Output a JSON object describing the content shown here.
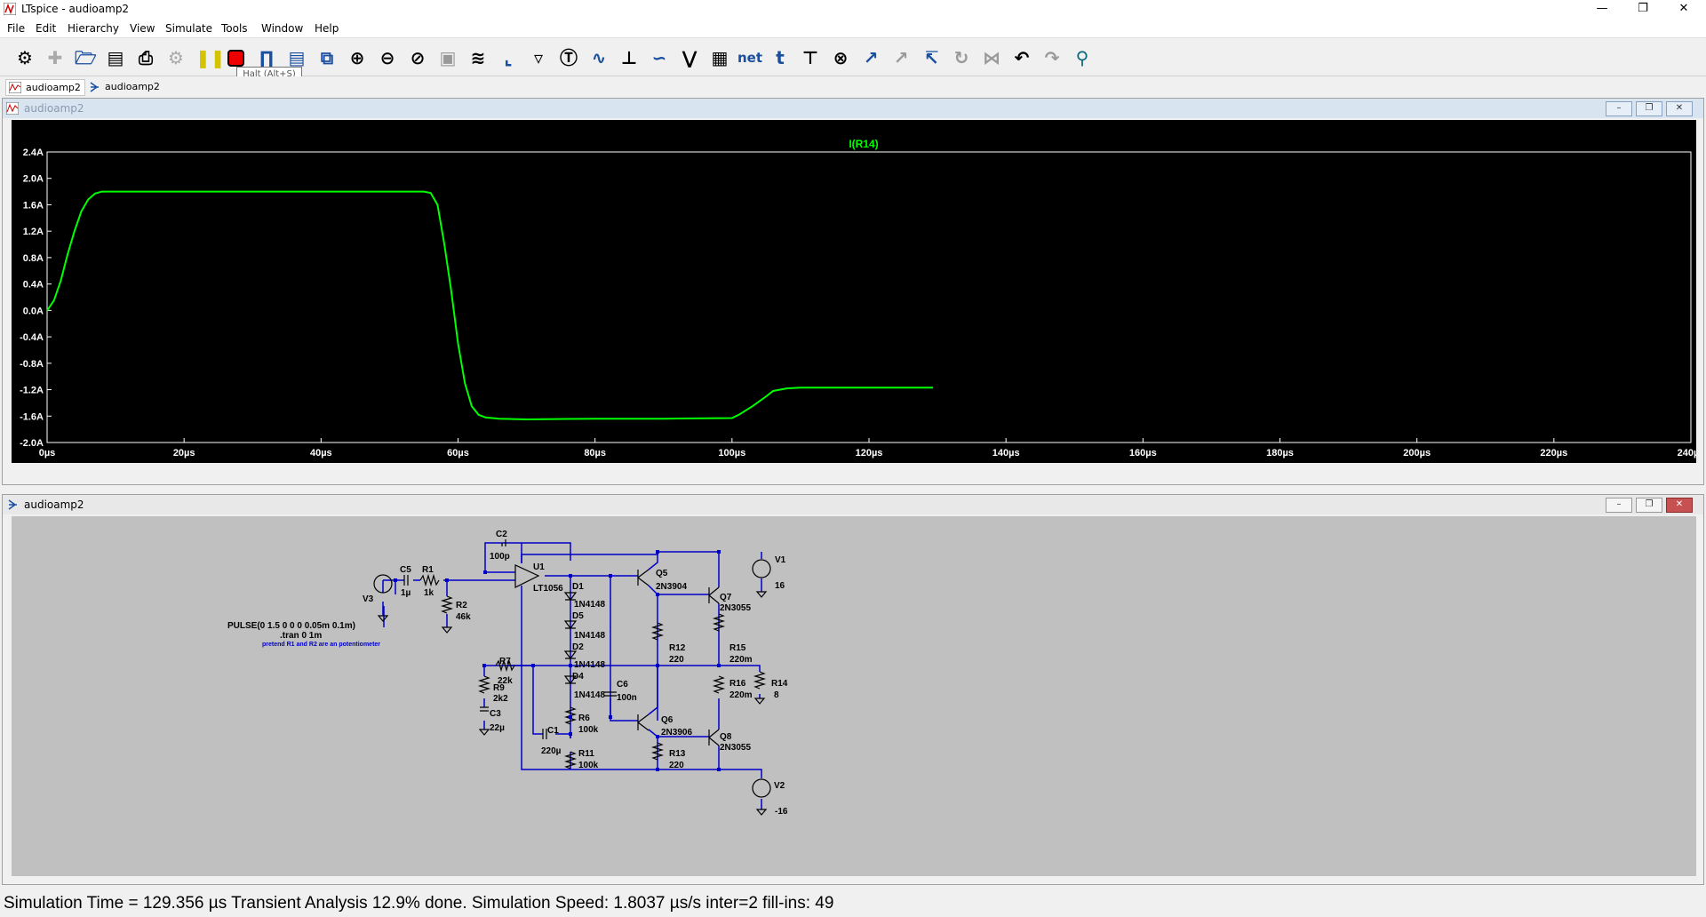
{
  "window": {
    "title": "LTspice - audioamp2"
  },
  "menu": [
    "File",
    "Edit",
    "Hierarchy",
    "View",
    "Simulate",
    "Tools",
    "Window",
    "Help"
  ],
  "tooltip": "Halt (Alt+S)",
  "tabs": [
    {
      "label": "audioamp2",
      "kind": "waveform"
    },
    {
      "label": "audioamp2",
      "kind": "schematic"
    }
  ],
  "toolbar": {
    "net_label": "net",
    "icons": [
      "settings-icon",
      "new-schematic-icon",
      "open-icon",
      "save-icon",
      "print-icon",
      "gear-disabled-icon",
      "pause-icon",
      "halt-icon",
      "wire-icon",
      "component-icon",
      "copy-icon",
      "zoom-in-icon",
      "zoom-out-icon",
      "zoom-fit-icon",
      "zoom-extent-icon",
      "autorange-icon",
      "wire-tool-icon",
      "ground-icon",
      "voltage-icon",
      "resistor-icon",
      "capacitor-icon",
      "inductor-icon",
      "diode-icon",
      "component-place-icon",
      "net-label-icon",
      "text-icon",
      "spice-directive-icon",
      "delete-icon",
      "duplicate-icon",
      "move-icon",
      "drag-icon",
      "rotate-icon",
      "mirror-icon",
      "undo-icon",
      "redo-icon",
      "find-icon"
    ]
  },
  "waveform": {
    "title": "audioamp2",
    "trace_label": "I(R14)",
    "trace_color": "#00ff00"
  },
  "chart_data": {
    "type": "line",
    "title": "I(R14)",
    "xlabel": "",
    "ylabel": "",
    "xlim": [
      0,
      240
    ],
    "ylim": [
      -2.0,
      2.4
    ],
    "x_ticks": [
      "0µs",
      "20µs",
      "40µs",
      "60µs",
      "80µs",
      "100µs",
      "120µs",
      "140µs",
      "160µs",
      "180µs",
      "200µs",
      "220µs",
      "240µs"
    ],
    "y_ticks": [
      "2.4A",
      "2.0A",
      "1.6A",
      "1.2A",
      "0.8A",
      "0.4A",
      "0.0A",
      "-0.4A",
      "-0.8A",
      "-1.2A",
      "-1.6A",
      "-2.0A"
    ],
    "series": [
      {
        "name": "I(R14)",
        "color": "#00ff00",
        "x": [
          0,
          1,
          2,
          3,
          4,
          5,
          6,
          7,
          8,
          55,
          56,
          57,
          58,
          59,
          60,
          61,
          62,
          63,
          64,
          66,
          70,
          80,
          90,
          100,
          101,
          103,
          105,
          106,
          108,
          110,
          120,
          129.356
        ],
        "y": [
          0.0,
          0.15,
          0.45,
          0.85,
          1.2,
          1.5,
          1.68,
          1.77,
          1.8,
          1.8,
          1.78,
          1.6,
          1.0,
          0.3,
          -0.5,
          -1.1,
          -1.45,
          -1.58,
          -1.62,
          -1.64,
          -1.65,
          -1.64,
          -1.64,
          -1.63,
          -1.58,
          -1.45,
          -1.3,
          -1.22,
          -1.18,
          -1.17,
          -1.17,
          -1.17
        ]
      }
    ]
  },
  "schematic": {
    "title": "audioamp2",
    "components": [
      {
        "ref": "C2",
        "value": "100p"
      },
      {
        "ref": "U1",
        "value": "LT1056"
      },
      {
        "ref": "C5",
        "value": "1µ"
      },
      {
        "ref": "R1",
        "value": "1k"
      },
      {
        "ref": "V3",
        "value": ""
      },
      {
        "ref": "R2",
        "value": "46k"
      },
      {
        "ref": "D1",
        "value": "1N4148"
      },
      {
        "ref": "D5",
        "value": "1N4148"
      },
      {
        "ref": "D2",
        "value": "1N4148"
      },
      {
        "ref": "D4",
        "value": "1N4148"
      },
      {
        "ref": "C6",
        "value": "100n"
      },
      {
        "ref": "Q5",
        "value": "2N3904"
      },
      {
        "ref": "Q7",
        "value": "2N3055"
      },
      {
        "ref": "V1",
        "value": "16"
      },
      {
        "ref": "R12",
        "value": "220"
      },
      {
        "ref": "R15",
        "value": "220m"
      },
      {
        "ref": "R16",
        "value": "220m"
      },
      {
        "ref": "R14",
        "value": "8"
      },
      {
        "ref": "R7",
        "value": "22k"
      },
      {
        "ref": "R9",
        "value": "2k2"
      },
      {
        "ref": "C3",
        "value": "22µ"
      },
      {
        "ref": "R6",
        "value": "100k"
      },
      {
        "ref": "C1",
        "value": "220µ"
      },
      {
        "ref": "R11",
        "value": "100k"
      },
      {
        "ref": "Q6",
        "value": "2N3906"
      },
      {
        "ref": "Q8",
        "value": "2N3055"
      },
      {
        "ref": "R13",
        "value": "220"
      },
      {
        "ref": "V2",
        "value": "-16"
      }
    ],
    "source_text": "PULSE(0 1.5 0 0 0 0.05m 0.1m)",
    "directive": ".tran 0 1m",
    "comment": "pretend R1 and R2 are an potentiometer"
  },
  "status": "Simulation Time = 129.356 µs  Transient Analysis 12.9% done. Simulation Speed: 1.8037 µs/s inter=2 fill-ins: 49"
}
